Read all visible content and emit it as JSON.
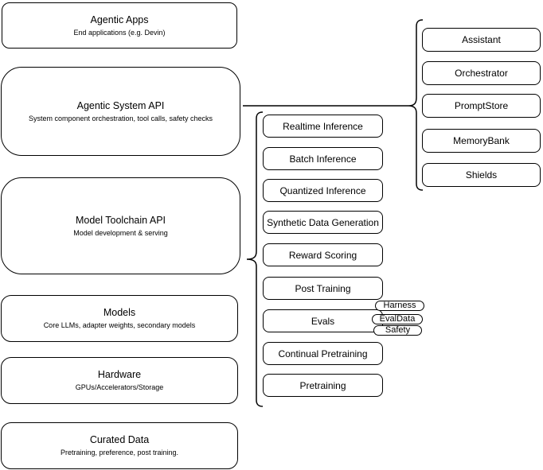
{
  "diagram": {
    "colors": {
      "stroke": "#000000",
      "fill": "#ffffff",
      "text": "#000000"
    },
    "left_stack": [
      {
        "title": "Agentic Apps",
        "subtitle": "End applications (e.g. Devin)"
      },
      {
        "title": "Agentic System API",
        "subtitle": "System component orchestration, tool calls, safety checks"
      },
      {
        "title": "Model Toolchain API",
        "subtitle": "Model development & serving"
      },
      {
        "title": "Models",
        "subtitle": "Core LLMs, adapter weights, secondary models"
      },
      {
        "title": "Hardware",
        "subtitle": "GPUs/Accelerators/Storage"
      },
      {
        "title": "Curated Data",
        "subtitle": "Pretraining, preference, post training."
      }
    ],
    "toolchain_components": [
      "Realtime Inference",
      "Batch Inference",
      "Quantized Inference",
      "Synthetic Data Generation",
      "Reward Scoring",
      "Post Training",
      "Evals",
      "Continual Pretraining",
      "Pretraining"
    ],
    "system_components": [
      "Assistant",
      "Orchestrator",
      "PromptStore",
      "MemoryBank",
      "Shields"
    ],
    "eval_tags": [
      "Harness",
      "EvalData",
      "Safety"
    ]
  }
}
